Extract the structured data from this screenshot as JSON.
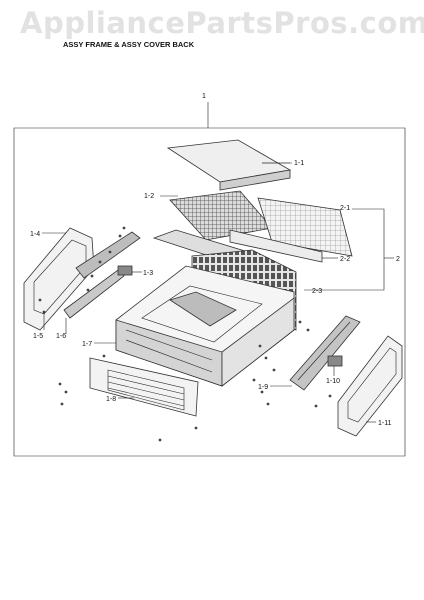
{
  "watermark": "AppliancePartsPros.com",
  "title": "ASSY FRAME & ASSY COVER BACK",
  "callouts": {
    "c1": "1",
    "c1_1": "1-1",
    "c1_2": "1-2",
    "c1_3": "1-3",
    "c1_4": "1-4",
    "c1_5": "1-5",
    "c1_6": "1-6",
    "c1_7": "1-7",
    "c1_8": "1-8",
    "c1_9": "1-9",
    "c1_10": "1-10",
    "c1_11": "1-11",
    "c2": "2",
    "c2_1": "2-1",
    "c2_2": "2-2",
    "c2_3": "2-3"
  }
}
